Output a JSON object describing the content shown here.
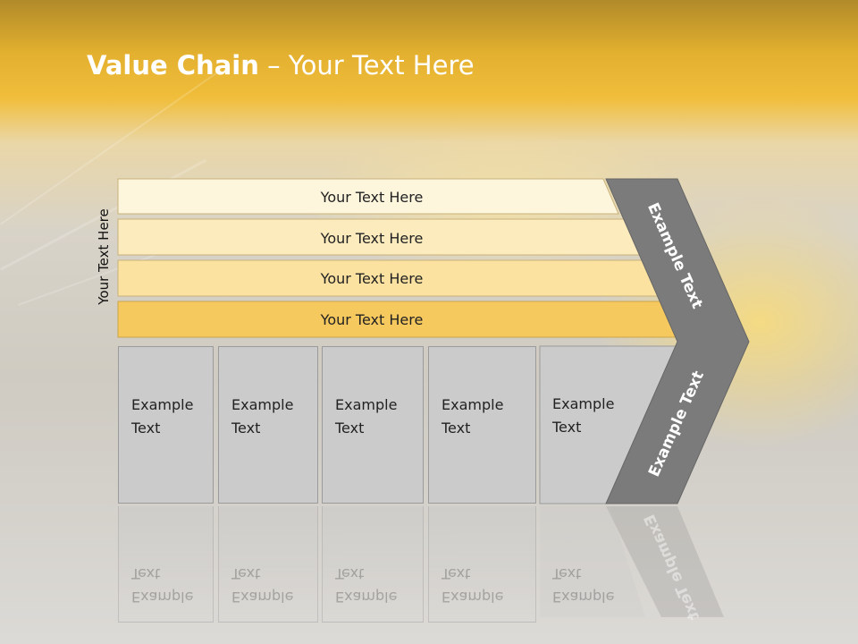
{
  "title": {
    "bold": "Value Chain",
    "rest": " – Your Text Here"
  },
  "side_label": "Your Text Here",
  "rows": [
    {
      "label": "Your Text Here",
      "color": "#fdf5dc"
    },
    {
      "label": "Your Text Here",
      "color": "#fcebbd"
    },
    {
      "label": "Your Text Here",
      "color": "#fbe2a0"
    },
    {
      "label": "Your Text Here",
      "color": "#f6c95e"
    }
  ],
  "boxes": [
    {
      "line1": "Example",
      "line2": "Text"
    },
    {
      "line1": "Example",
      "line2": "Text"
    },
    {
      "line1": "Example",
      "line2": "Text"
    },
    {
      "line1": "Example",
      "line2": "Text"
    },
    {
      "line1": "Example",
      "line2": "Text"
    }
  ],
  "arrow": {
    "upper_text": "Example Text",
    "lower_text": "Example Text",
    "color": "#7b7b7b"
  },
  "reflection_text": "Example Text"
}
